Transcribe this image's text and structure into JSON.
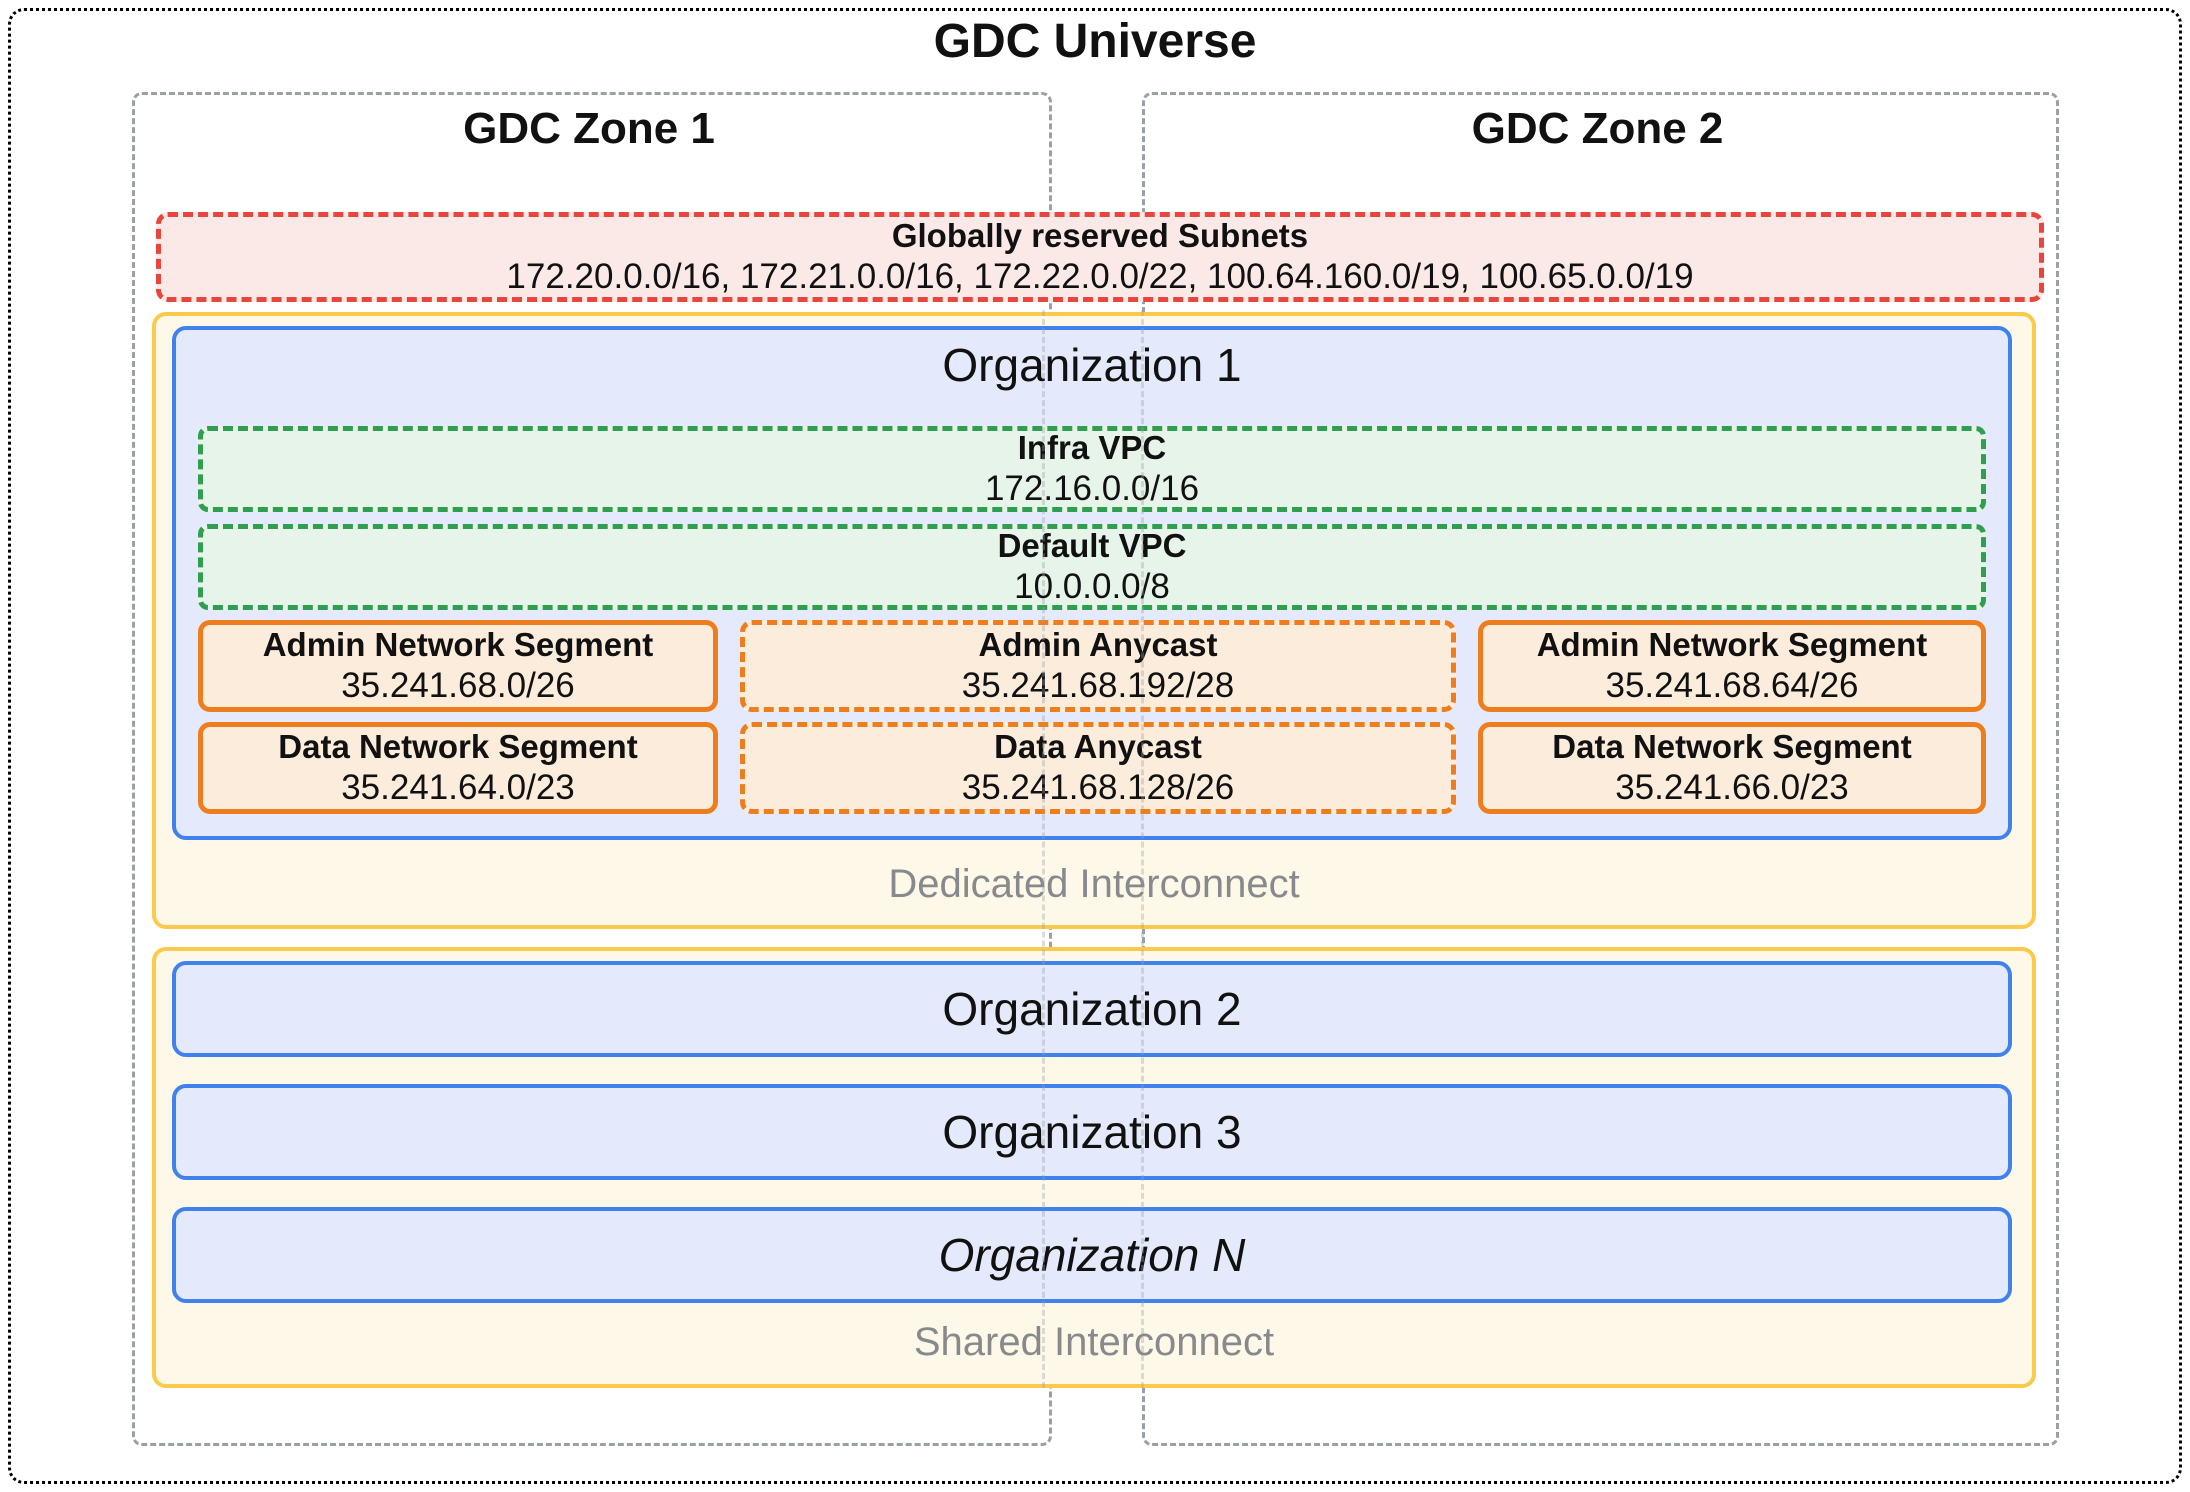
{
  "title": "GDC Universe",
  "zones": [
    {
      "label": "GDC Zone 1"
    },
    {
      "label": "GDC Zone 2"
    }
  ],
  "reserved_subnets": {
    "title": "Globally reserved Subnets",
    "cidrs": "172.20.0.0/16, 172.21.0.0/16, 172.22.0.0/22, 100.64.160.0/19, 100.65.0.0/19"
  },
  "org1": {
    "title": "Organization 1",
    "vpcs": [
      {
        "name": "Infra VPC",
        "cidr": "172.16.0.0/16"
      },
      {
        "name": "Default VPC",
        "cidr": "10.0.0.0/8"
      }
    ],
    "segment_rows": [
      {
        "cells": [
          {
            "name": "Admin Network Segment",
            "cidr": "35.241.68.0/26"
          },
          {
            "name": "Admin Anycast",
            "cidr": "35.241.68.192/28"
          },
          {
            "name": "Admin Network Segment",
            "cidr": "35.241.68.64/26"
          }
        ]
      },
      {
        "cells": [
          {
            "name": "Data Network Segment",
            "cidr": "35.241.64.0/23"
          },
          {
            "name": "Data Anycast",
            "cidr": "35.241.68.128/26"
          },
          {
            "name": "Data Network Segment",
            "cidr": "35.241.66.0/23"
          }
        ]
      }
    ],
    "interconnect_label": "Dedicated Interconnect"
  },
  "shared_section": {
    "organizations": [
      {
        "label": "Organization 2"
      },
      {
        "label": "Organization 3"
      },
      {
        "label": "Organization N"
      }
    ],
    "interconnect_label": "Shared Interconnect"
  },
  "colors": {
    "zone_border": "#9aa0a6",
    "reserved_border": "#e8453c",
    "reserved_bg": "#fbe9e8",
    "interconnect_border": "#fbc94b",
    "interconnect_bg": "#fdf8e7",
    "org_border": "#4181ee",
    "org_bg": "#e4eafb",
    "vpc_border": "#2f9e4f",
    "vpc_bg": "#e7f4e9",
    "segment_border": "#ee7d1e",
    "segment_bg": "#fcecdc",
    "interconnect_text": "#87898c",
    "outer_border": "#000000"
  }
}
